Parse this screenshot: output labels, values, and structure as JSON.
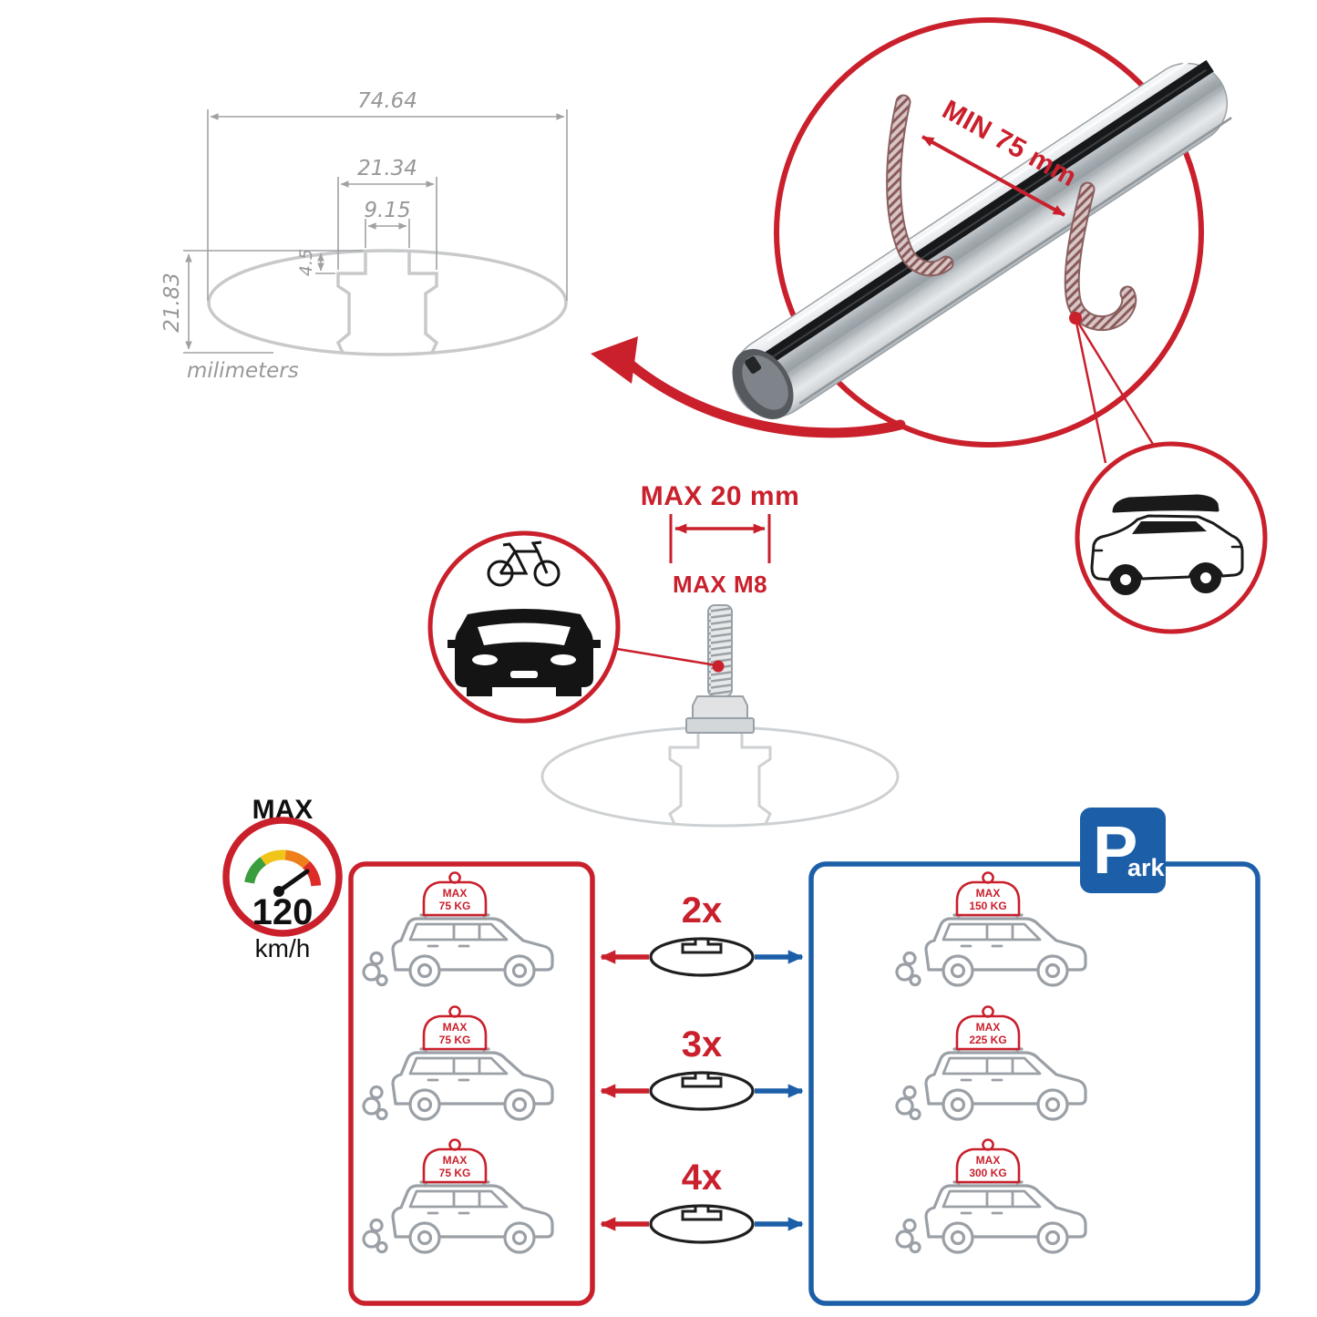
{
  "colors": {
    "red": "#C9202C",
    "blue": "#1C5FA8",
    "gray": "#97989A",
    "bar_silver": "#C9CED2"
  },
  "cross_section": {
    "width_total": "74.64",
    "channel_width": "21.34",
    "slot_width": "9.15",
    "slot_depth": "4.5",
    "height_total": "21.83",
    "units": "milimeters"
  },
  "bar_detail": {
    "min_span": "MIN 75 mm"
  },
  "bolt_detail": {
    "max_length": "MAX 20 mm",
    "max_thread": "MAX M8"
  },
  "speed_limit": {
    "label": "MAX",
    "value": "120",
    "units": "km/h"
  },
  "capacity": {
    "multipliers": [
      "2x",
      "3x",
      "4x"
    ],
    "left_cars": [
      {
        "max": "MAX",
        "kg": "75 KG"
      },
      {
        "max": "MAX",
        "kg": "75 KG"
      },
      {
        "max": "MAX",
        "kg": "75 KG"
      }
    ],
    "right_cars": [
      {
        "max": "MAX",
        "kg": "150 KG"
      },
      {
        "max": "MAX",
        "kg": "225 KG"
      },
      {
        "max": "MAX",
        "kg": "300 KG"
      }
    ],
    "park_sign": {
      "p": "P",
      "ark": "ark"
    }
  }
}
